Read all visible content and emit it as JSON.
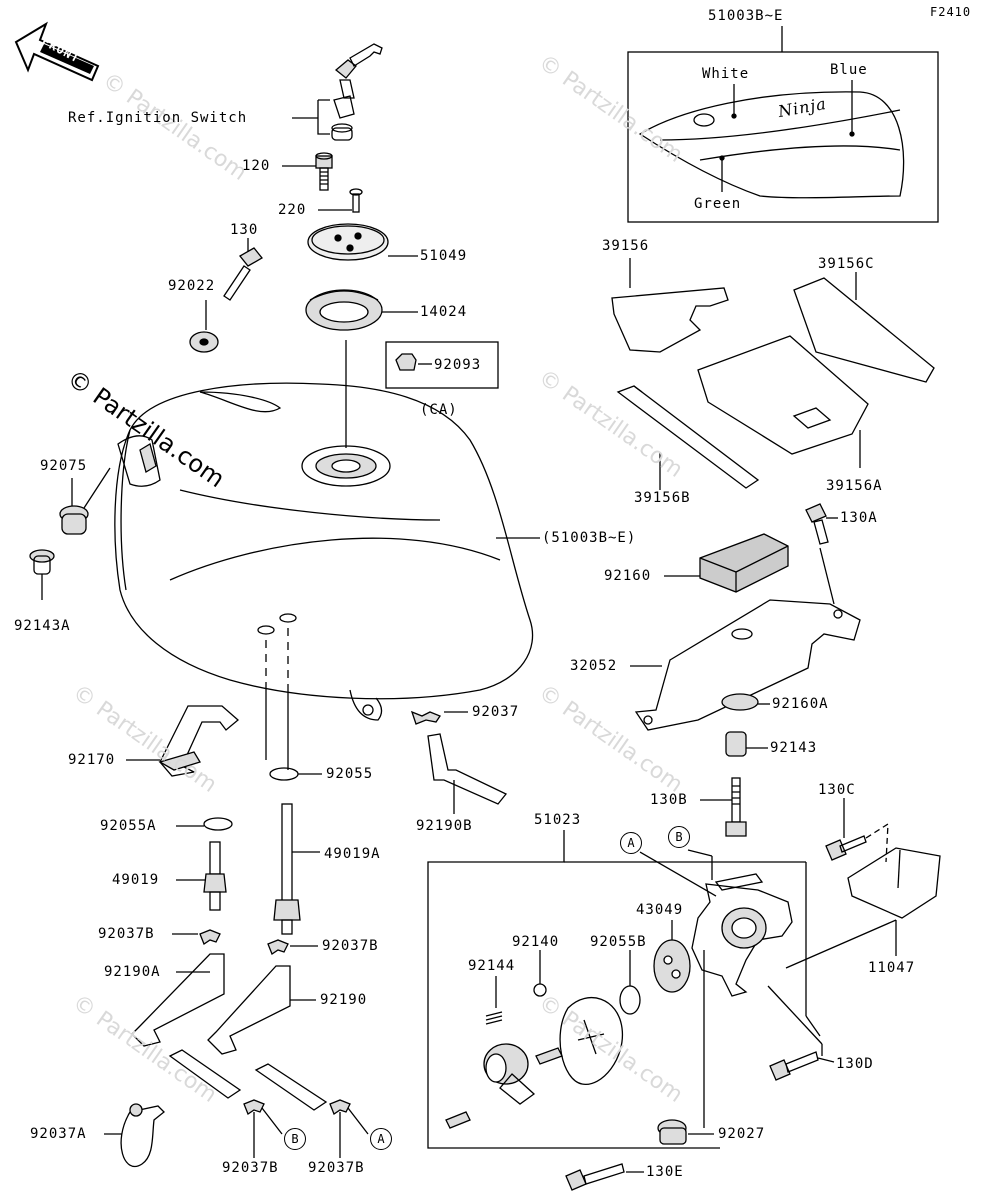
{
  "figure_code": "F2410",
  "front_label": "FRONT",
  "ref_ignition": "Ref.Ignition Switch",
  "watermarks": [
    "© Partzilla.com"
  ],
  "callouts": [
    "A",
    "B"
  ],
  "decal": {
    "part": "51003B~E",
    "colors": [
      "White",
      "Blue",
      "Green"
    ],
    "logo_text": "Ninja"
  },
  "parts": {
    "p120": "120",
    "p220": "220",
    "p130": "130",
    "p92022": "92022",
    "p51049": "51049",
    "p14024": "14024",
    "p92093": "92093",
    "ca": "(CA)",
    "p92075": "92075",
    "p92143A": "92143A",
    "tank": "(51003B~E)",
    "p39156": "39156",
    "p39156C": "39156C",
    "p39156B": "39156B",
    "p39156A": "39156A",
    "p130A": "130A",
    "p92160": "92160",
    "p32052": "32052",
    "p92160A": "92160A",
    "p92143": "92143",
    "p92037": "92037",
    "p92190B": "92190B",
    "p92055": "92055",
    "p92170": "92170",
    "p92055A": "92055A",
    "p49019": "49019",
    "p49019A": "49019A",
    "p92037B_l": "92037B",
    "p92037B_r": "92037B",
    "p92190A": "92190A",
    "p92190": "92190",
    "p92037A": "92037A",
    "p92037B_b1": "92037B",
    "p92037B_b2": "92037B",
    "p130B": "130B",
    "p130C": "130C",
    "p51023": "51023",
    "p43049": "43049",
    "p92140": "92140",
    "p92055B": "92055B",
    "p92144": "92144",
    "p11047": "11047",
    "p130D": "130D",
    "p92027": "92027",
    "p130E": "130E"
  }
}
